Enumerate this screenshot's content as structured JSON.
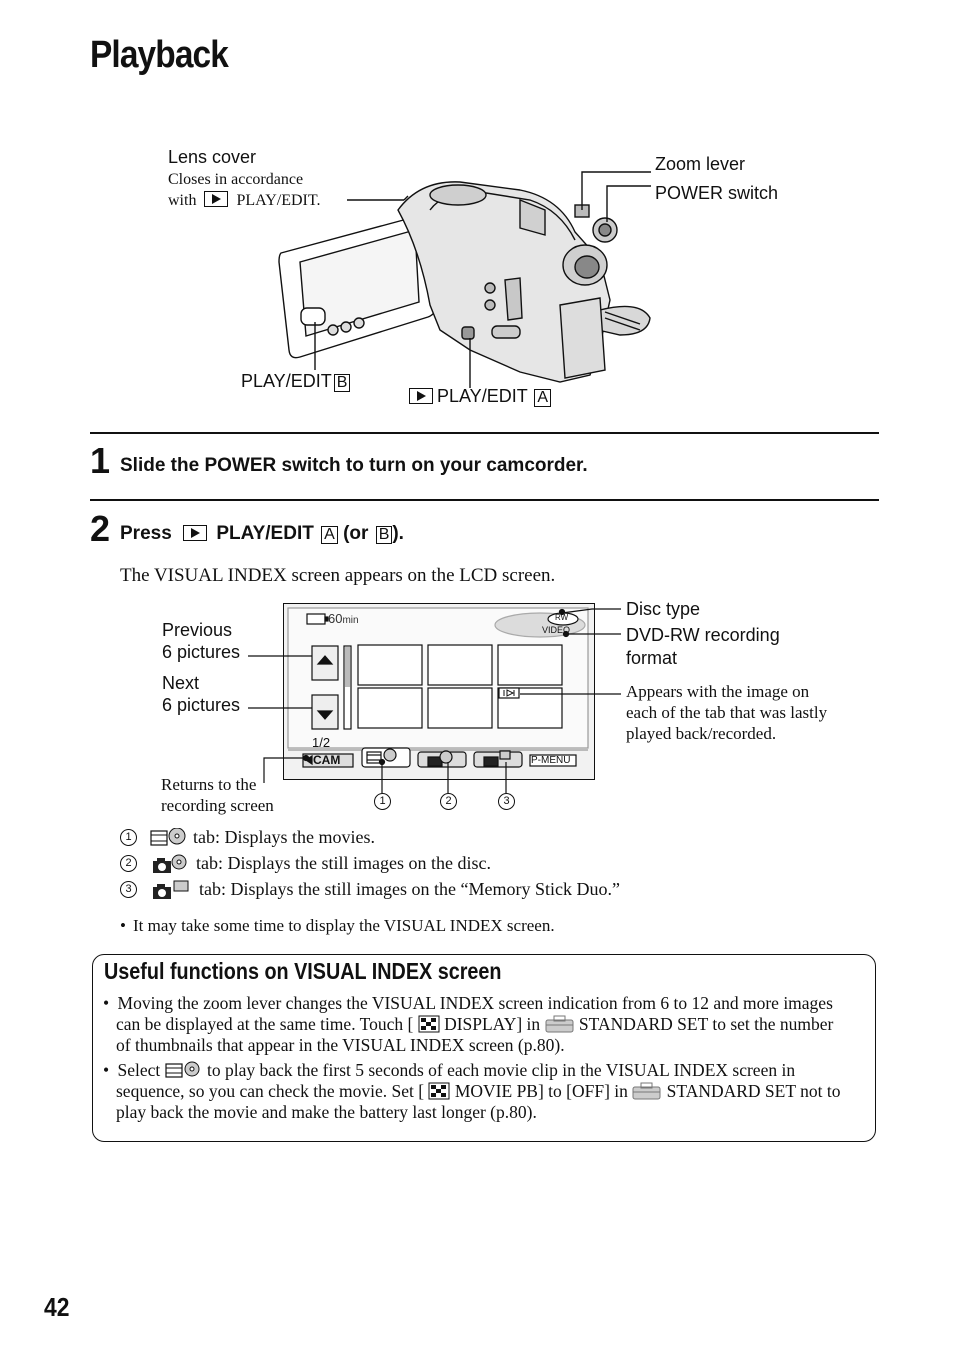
{
  "page_title": "Playback",
  "diagram1": {
    "lens_cover_label": "Lens cover",
    "lens_cover_note_line1": "Closes in accordance",
    "lens_cover_note_prefix": "with",
    "lens_cover_note_suffix": "PLAY/EDIT.",
    "zoom_lever_label": "Zoom lever",
    "power_switch_label": "POWER switch",
    "play_edit_b_label": "PLAY/EDIT",
    "play_edit_b_letter": "B",
    "play_edit_a_label": "PLAY/EDIT",
    "play_edit_a_letter": "A"
  },
  "step1": {
    "number": "1",
    "text": "Slide the POWER switch to turn on your camcorder."
  },
  "step2": {
    "number": "2",
    "press": "Press",
    "play_edit": "PLAY/EDIT",
    "letter_a": "A",
    "or_text": "(or",
    "letter_b": "B",
    "close": ").",
    "description": "The VISUAL INDEX screen appears on the LCD screen."
  },
  "diagram2": {
    "battery_time": "60",
    "battery_unit": "min",
    "disc_rw": "RW",
    "disc_video": "VIDEO",
    "page_indicator": "1/2",
    "cam_button": "CAM",
    "pmenu_button": "P-MENU",
    "previous_line1": "Previous",
    "previous_line2": "6 pictures",
    "next_line1": "Next",
    "next_line2": "6 pictures",
    "disc_type_label": "Disc type",
    "recording_format_line1": "DVD-RW recording",
    "recording_format_line2": "format",
    "appears_line1": "Appears with the image on",
    "appears_line2": "each of the tab that was lastly",
    "appears_line3": "played back/recorded.",
    "returns_line1": "Returns to the",
    "returns_line2": "recording screen",
    "callout1": "1",
    "callout2": "2",
    "callout3": "3"
  },
  "tabs_legend": [
    {
      "num": "1",
      "text": "tab:  Displays the movies."
    },
    {
      "num": "2",
      "text": "tab: Displays the still images on the disc."
    },
    {
      "num": "3",
      "text": "tab: Displays the still images on the “Memory Stick Duo.”"
    }
  ],
  "note": "It may take some time to display the VISUAL INDEX screen.",
  "useful": {
    "title": "Useful functions on VISUAL INDEX screen",
    "b1_l1": "Moving the zoom lever changes the VISUAL INDEX screen indication from 6 to 12 and more images",
    "b1_l2a": "can be displayed at the same time. Touch [",
    "b1_l2b": "DISPLAY] in",
    "b1_l2c": "STANDARD SET to set the number",
    "b1_l3": "of thumbnails that appear in the VISUAL INDEX screen (p.80).",
    "b2_l1a": "Select",
    "b2_l1b": "to play back the first 5 seconds of each movie clip in the VISUAL INDEX screen in",
    "b2_l2a": "sequence, so you can check the movie. Set [",
    "b2_l2b": "MOVIE PB] to [OFF] in",
    "b2_l2c": "STANDARD SET not to",
    "b2_l3": "play back the movie and make the battery last longer (p.80)."
  },
  "page_number": "42"
}
